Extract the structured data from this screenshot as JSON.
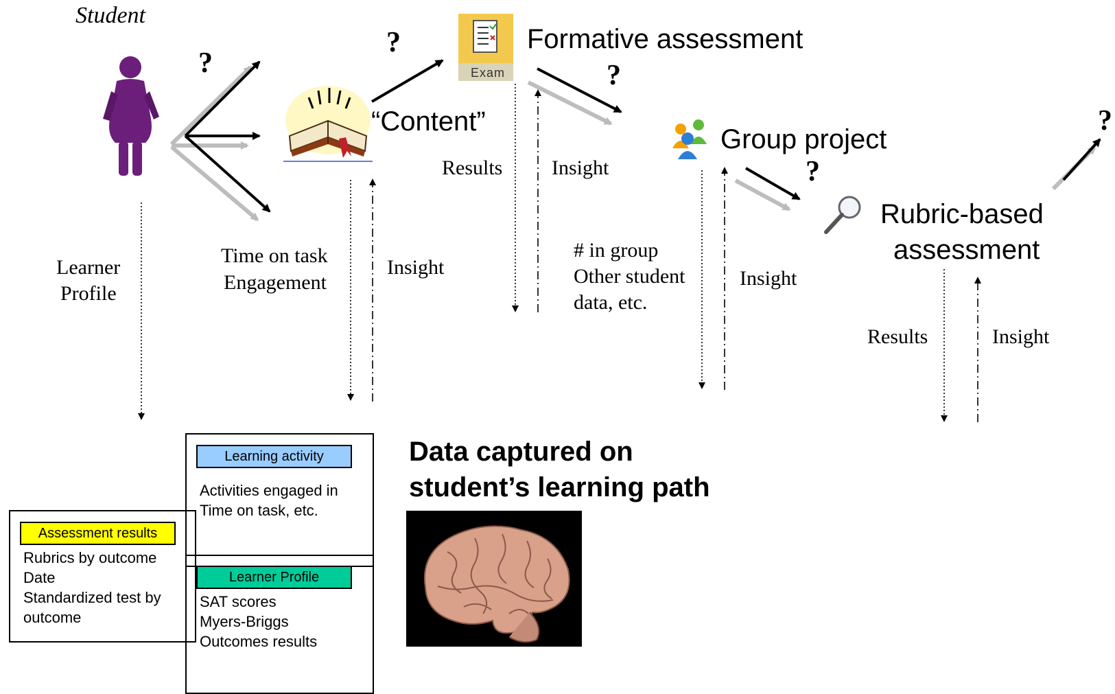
{
  "top": {
    "student_label": "Student",
    "question_mark": "?"
  },
  "nodes": {
    "content": "“Content”",
    "formative": "Formative assessment",
    "group": "Group project",
    "rubric_line1": "Rubric-based",
    "rubric_line2": "assessment",
    "exam_icon_label": "Exam"
  },
  "flow_labels": {
    "learner_profile_1": "Learner",
    "learner_profile_2": "Profile",
    "time_on_task": "Time on task",
    "engagement": "Engagement",
    "insight": "Insight",
    "results": "Results",
    "in_group": "# in group",
    "other_student": "Other student",
    "data_etc": "data, etc."
  },
  "data_title": {
    "line1": "Data captured on",
    "line2": "student’s learning path"
  },
  "boxes": {
    "learning_activity": {
      "header": "Learning activity",
      "line1": "Activities engaged in",
      "line2": "Time on task, etc."
    },
    "assessment_results": {
      "header": "Assessment results",
      "line1": "Rubrics by outcome",
      "line2": "Date",
      "line3": "Standardized test by",
      "line4": "outcome"
    },
    "learner_profile": {
      "header": "Learner Profile",
      "line1": "SAT scores",
      "line2": "Myers-Briggs",
      "line3": "Outcomes results"
    }
  },
  "colors": {
    "student_figure": "#6b1f7a",
    "assessment_header": "#ffff00",
    "learning_activity_header": "#99ccff",
    "learner_profile_header": "#00cc99",
    "exam_icon_bg": "#f2c94c"
  },
  "icons": [
    "student-figure-icon",
    "open-book-icon",
    "exam-icon",
    "group-people-icon",
    "magnifier-icon",
    "brain-image"
  ]
}
